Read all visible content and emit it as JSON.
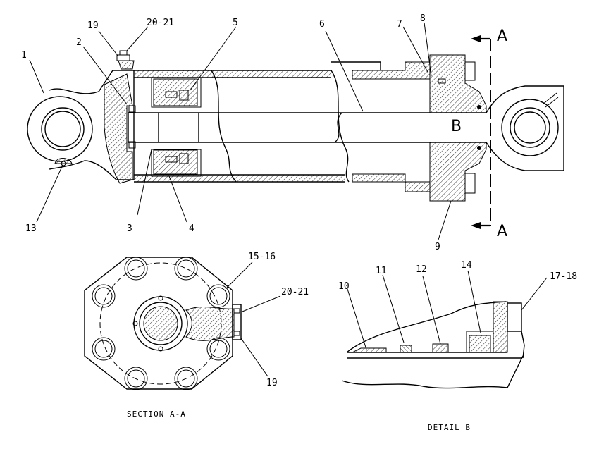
{
  "callouts": {
    "c1": "1",
    "c2": "2",
    "c3": "3",
    "c4": "4",
    "c5": "5",
    "c6": "6",
    "c7": "7",
    "c8": "8",
    "c9": "9",
    "c13": "13",
    "c19a": "19",
    "c20a": "20-21",
    "c15": "15-16",
    "c20b": "20-21",
    "c19b": "19",
    "c10": "10",
    "c11": "11",
    "c12": "12",
    "c14": "14",
    "c17": "17-18"
  },
  "section_marks": {
    "a_top": "A",
    "a_bottom": "A",
    "detail": "B"
  },
  "captions": {
    "section": "SECTION A-A",
    "detail": "DETAIL B"
  }
}
